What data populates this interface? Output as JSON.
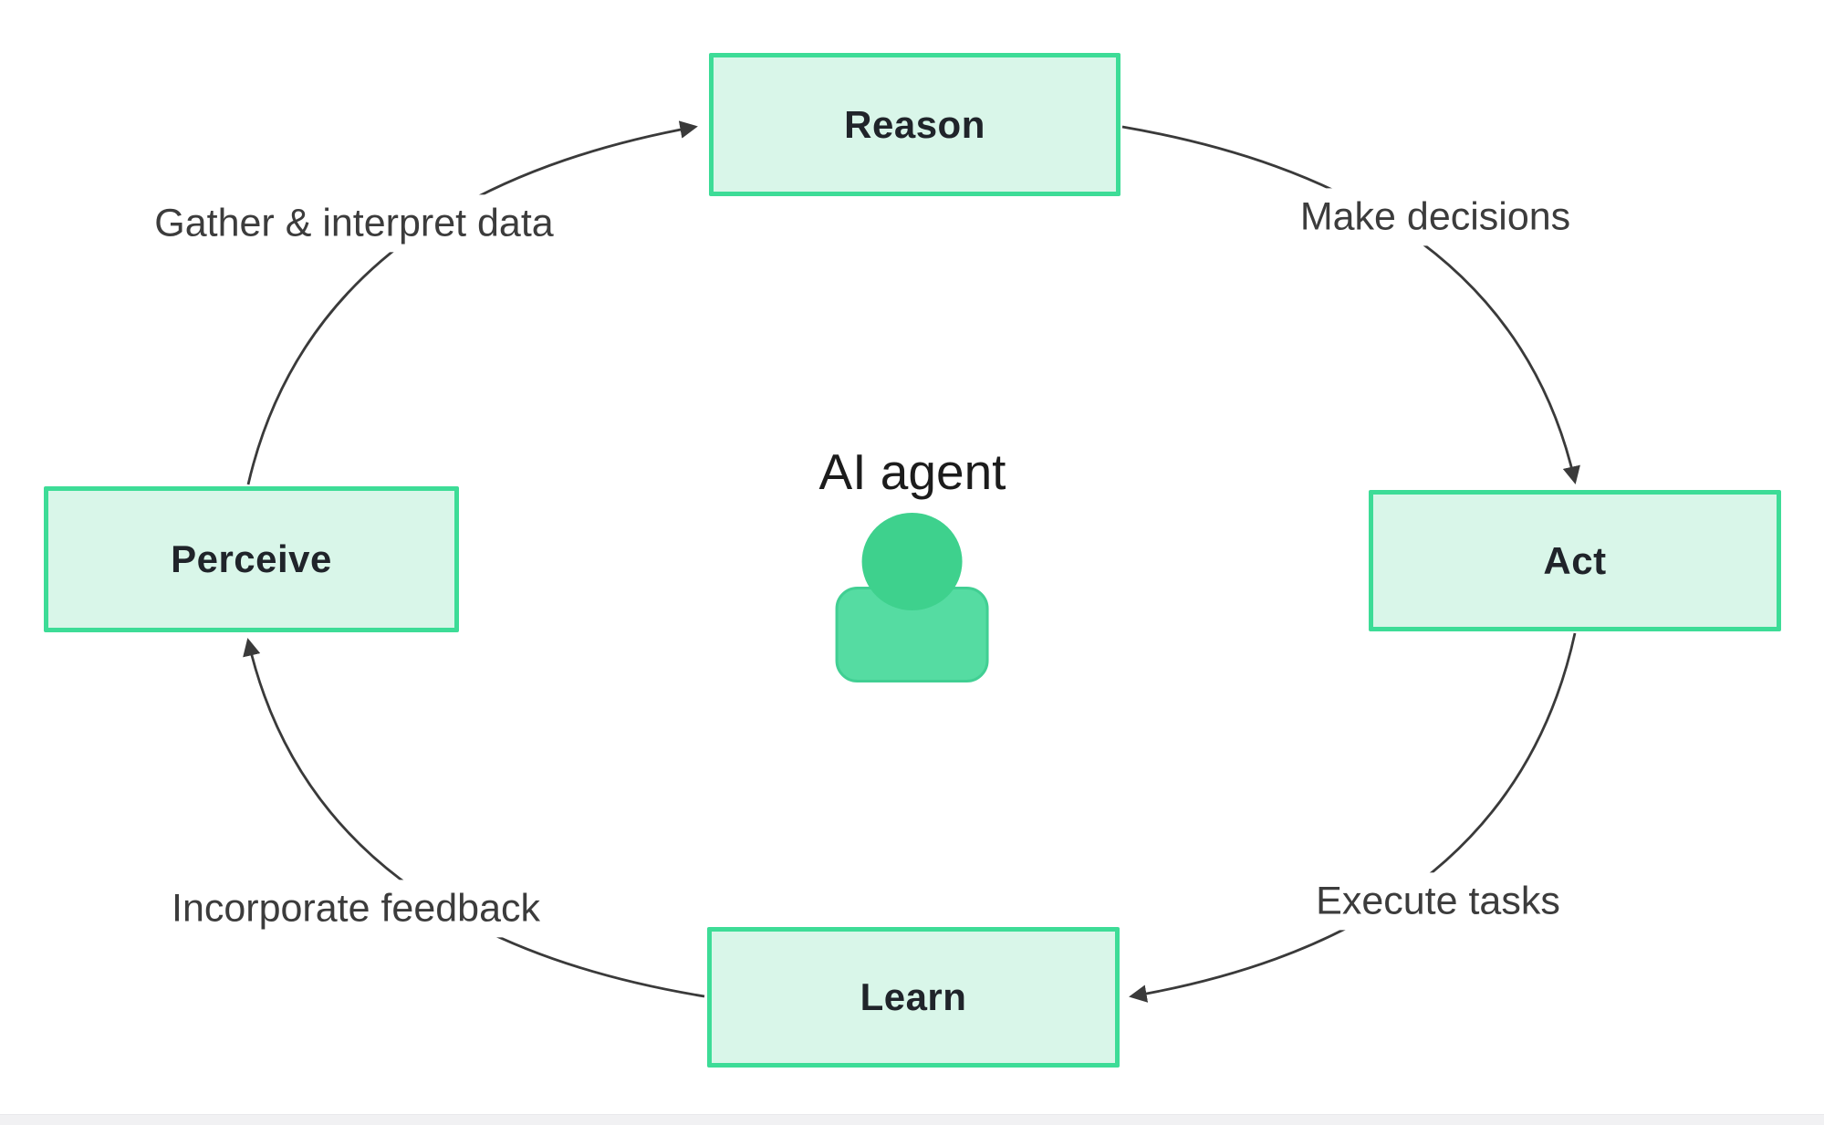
{
  "diagram": {
    "title": "AI agent",
    "center_icon": "person-icon",
    "nodes": [
      {
        "id": "reason",
        "label": "Reason",
        "position": "top"
      },
      {
        "id": "act",
        "label": "Act",
        "position": "right"
      },
      {
        "id": "learn",
        "label": "Learn",
        "position": "bottom"
      },
      {
        "id": "perceive",
        "label": "Perceive",
        "position": "left"
      }
    ],
    "edges": [
      {
        "from": "perceive",
        "to": "reason",
        "label": "Gather & interpret data"
      },
      {
        "from": "reason",
        "to": "act",
        "label": "Make decisions"
      },
      {
        "from": "act",
        "to": "learn",
        "label": "Execute tasks"
      },
      {
        "from": "learn",
        "to": "perceive",
        "label": "Incorporate feedback"
      }
    ],
    "colors": {
      "node_fill": "#d9f6e9",
      "node_border": "#3ddc97",
      "node_text": "#20242a",
      "edge_line": "#3a3a3a",
      "edge_label_text": "#3c3c3c",
      "icon_head": "#3ed18d",
      "icon_body": "#55dca2",
      "background": "#ffffff"
    }
  }
}
